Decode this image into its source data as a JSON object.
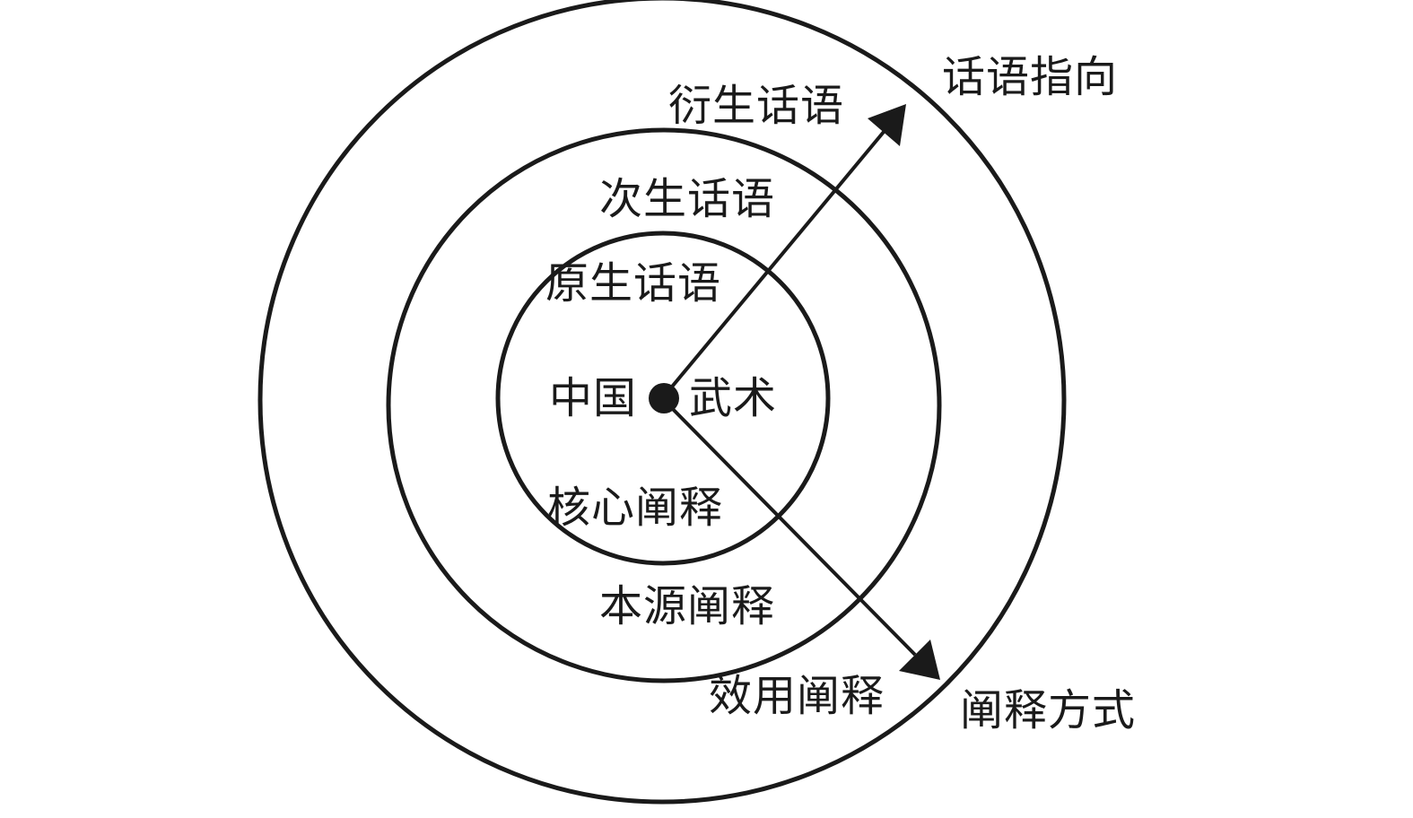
{
  "diagram": {
    "direction_labels": {
      "discourse": "话语指向",
      "interpretation": "阐释方式"
    },
    "rings": {
      "inner": {
        "discourse": "原生话语",
        "interpretation": "核心阐释"
      },
      "middle": {
        "discourse": "次生话语",
        "interpretation": "本源阐释"
      },
      "outer": {
        "discourse": "衍生话语",
        "interpretation": "效用阐释"
      }
    },
    "center": {
      "left_text": "中国",
      "right_text": "武术"
    },
    "colors": {
      "stroke": "#1a1a1a",
      "background": "#ffffff"
    }
  }
}
